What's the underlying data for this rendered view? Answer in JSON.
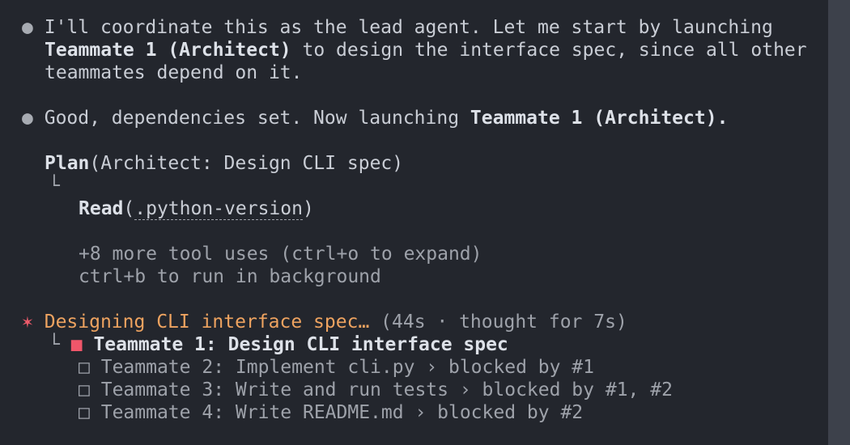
{
  "messages": [
    {
      "bullet": "●",
      "line1": "I'll coordinate this as the lead agent. Let me start by launching",
      "line2_bold": "Teammate 1 (Architect)",
      "line2_rest": " to design the interface spec, since all other",
      "line3": "teammates depend on it."
    },
    {
      "bullet": "●",
      "text": "Good, dependencies set. Now launching ",
      "bold": "Teammate 1 (Architect)",
      "end": "."
    }
  ],
  "plan": {
    "tool": "Plan",
    "args": "(Architect: Design CLI spec)",
    "tree": "└",
    "sub_tool": "Read",
    "sub_open": "(",
    "sub_arg": ".python-version",
    "sub_close": ")",
    "more": "+8 more tool uses (ctrl+o to expand)",
    "background": "ctrl+b to run in background"
  },
  "status": {
    "icon": "✶",
    "text": "Designing CLI interface spec…",
    "meta": "(44s · thought for 7s)",
    "tree": "└"
  },
  "tasks": [
    {
      "box": "■",
      "label": "Teammate 1: Design CLI interface spec",
      "status": "in_progress"
    },
    {
      "box": "□",
      "label": "Teammate 2: Implement cli.py › blocked by #1",
      "status": "blocked"
    },
    {
      "box": "□",
      "label": "Teammate 3: Write and run tests › blocked by #1, #2",
      "status": "blocked"
    },
    {
      "box": "□",
      "label": "Teammate 4: Write README.md › blocked by #2",
      "status": "blocked"
    }
  ],
  "colors": {
    "background": "#23262d",
    "accent_orange": "#eea360",
    "active_red": "#f0566a",
    "scrollbar": "#3d414b"
  }
}
